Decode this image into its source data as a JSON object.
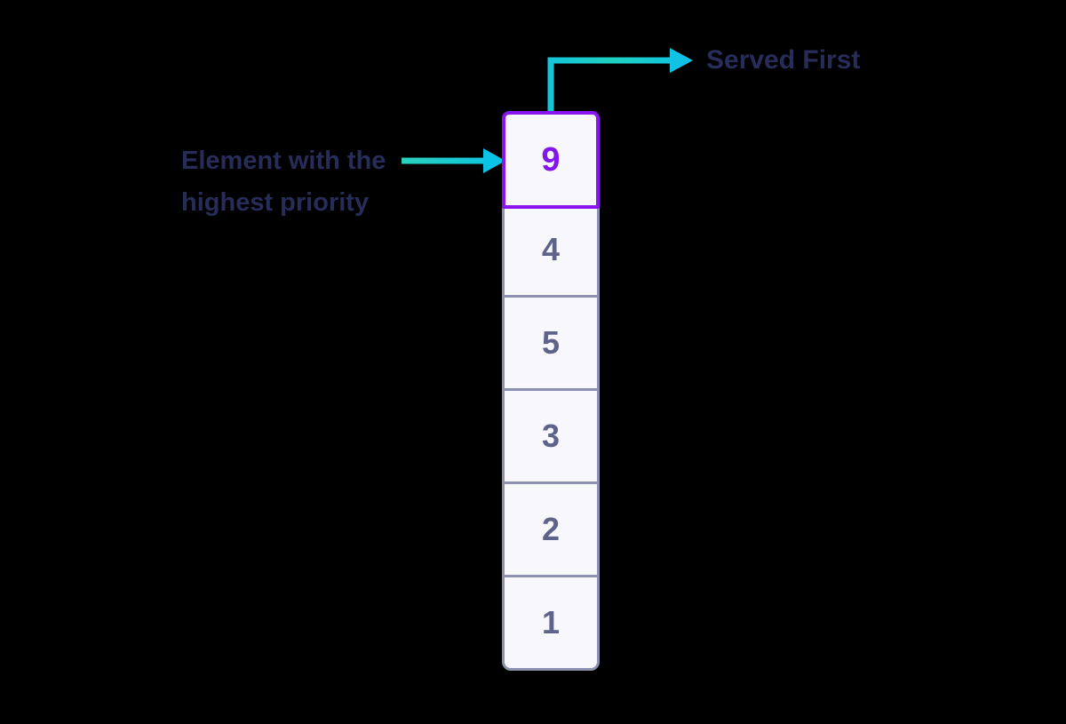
{
  "queue": {
    "cells": [
      {
        "value": "9",
        "highlighted": true
      },
      {
        "value": "4",
        "highlighted": false
      },
      {
        "value": "5",
        "highlighted": false
      },
      {
        "value": "3",
        "highlighted": false
      },
      {
        "value": "2",
        "highlighted": false
      },
      {
        "value": "1",
        "highlighted": false
      }
    ]
  },
  "annotations": {
    "served_first": {
      "label": "Served First"
    },
    "highest_priority": {
      "line1": "Element with the",
      "line2": "highest priority"
    }
  },
  "colors": {
    "background": "#000000",
    "highlight_purple": "#8A16EE",
    "highlight_number": "#8316EC",
    "cell_border": "#8D90AE",
    "cell_background": "#F7F7FC",
    "number_slate": "#5F638A",
    "label_navy": "#272D58",
    "arrow_teal": "#1FD0C1",
    "arrow_cyan": "#0EC2E6"
  }
}
